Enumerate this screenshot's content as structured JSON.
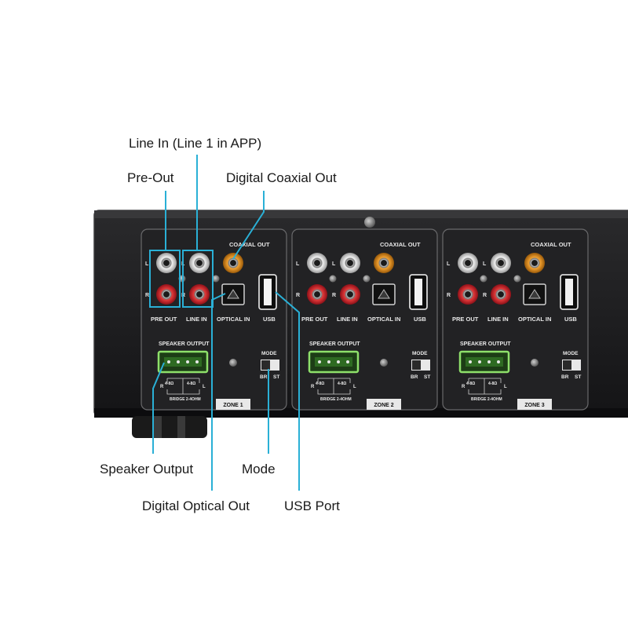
{
  "callouts": {
    "line_in": "Line In (Line 1 in APP)",
    "pre_out": "Pre-Out",
    "digital_coaxial_out": "Digital Coaxial Out",
    "speaker_output": "Speaker Output",
    "mode": "Mode",
    "digital_optical_out": "Digital Optical Out",
    "usb_port": "USB Port"
  },
  "panel_labels": {
    "coaxial_out": "COAXIAL OUT",
    "pre_out": "PRE OUT",
    "line_in": "LINE IN",
    "optical_in": "OPTICAL IN",
    "usb": "USB",
    "speaker_output": "SPEAKER OUTPUT",
    "mode": "MODE",
    "br": "BR",
    "st": "ST",
    "left": "L",
    "right": "R",
    "ohm_left": "4-8Ω",
    "ohm_right": "4-8Ω",
    "bridge": "BRIDGE 2-4OHM"
  },
  "zones": [
    "ZONE 1",
    "ZONE 2",
    "ZONE 3"
  ],
  "colors": {
    "callout_line": "#2ab0d6",
    "chassis": "#1c1c1e",
    "panel": "#232325",
    "terminal": "#8ee06a",
    "rca_red": "#c8202a",
    "rca_white": "#d8d8d8",
    "rca_coax": "#d98a1a"
  }
}
